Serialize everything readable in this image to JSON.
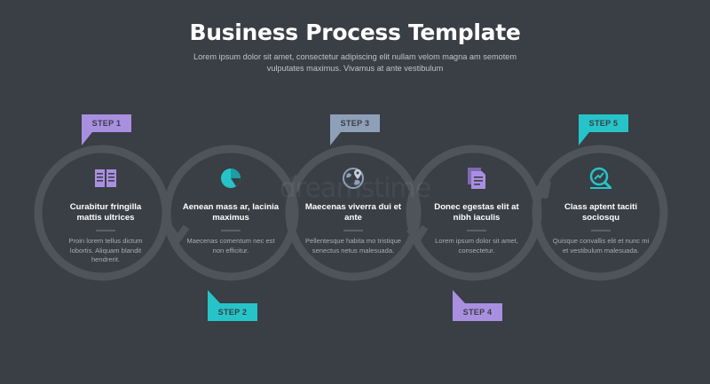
{
  "header": {
    "title": "Business Process Template",
    "subtitle": "Lorem ipsum dolor sit amet, consectetur adipiscing elit nullam velom magna am semotem vulputates maximus. Vivamus at ante vestibulum"
  },
  "watermark": "dreamstime",
  "colors": {
    "background": "#3a3e45",
    "ring": "#4f545b",
    "step1": "#a98fe0",
    "step2": "#26c4c9",
    "step3": "#8e9fb8",
    "step4": "#a98fe0",
    "step5": "#26c4c9"
  },
  "steps": [
    {
      "label": "STEP 1",
      "heading": "Curabitur fringilla mattis ultrices",
      "body": "Proin lorem tellus dictum lobortis. Aliquam blandit hendrerit.",
      "icon": "book-icon"
    },
    {
      "label": "STEP 2",
      "heading": "Aenean mass ar, lacinia maximus",
      "body": "Maecenas comentum nec est non efficitur.",
      "icon": "pie-chart-icon"
    },
    {
      "label": "STEP 3",
      "heading": "Maecenas viverra dui et ante",
      "body": "Pellentesque habita mo tristique senectus netus malesuada.",
      "icon": "location-globe-icon"
    },
    {
      "label": "STEP 4",
      "heading": "Donec egestas elit at nibh iaculis",
      "body": "Lorem ipsum dolor sit amet, consectetur.",
      "icon": "documents-icon"
    },
    {
      "label": "STEP 5",
      "heading": "Class aptent taciti sociosqu",
      "body": "Quisque convallis elit et nunc mi et vestibulum malesuada.",
      "icon": "analytics-search-icon"
    }
  ]
}
